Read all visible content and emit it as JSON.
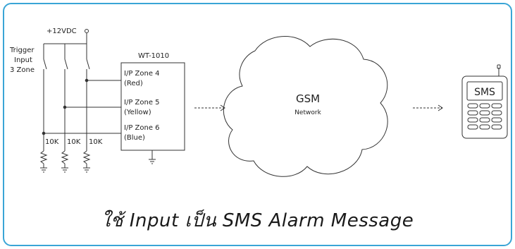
{
  "diagram": {
    "supply_label": "+12VDC",
    "trigger_label_lines": [
      "Trigger",
      "Input",
      "3 Zone"
    ],
    "resistor_labels": [
      "10K",
      "10K",
      "10K"
    ],
    "device_title": "WT-1010",
    "zones": [
      {
        "line1": "I/P Zone 4",
        "line2": "(Red)"
      },
      {
        "line1": "I/P Zone 5",
        "line2": "(Yellow)"
      },
      {
        "line1": "I/P Zone 6",
        "line2": "(Blue)"
      }
    ],
    "cloud_title": "GSM",
    "cloud_subtitle": "Network",
    "phone_screen_text": "SMS"
  },
  "caption": "ใช้ Input เป็น SMS Alarm Message",
  "colors": {
    "frame_border": "#3aa5d6",
    "line": "#333333"
  }
}
